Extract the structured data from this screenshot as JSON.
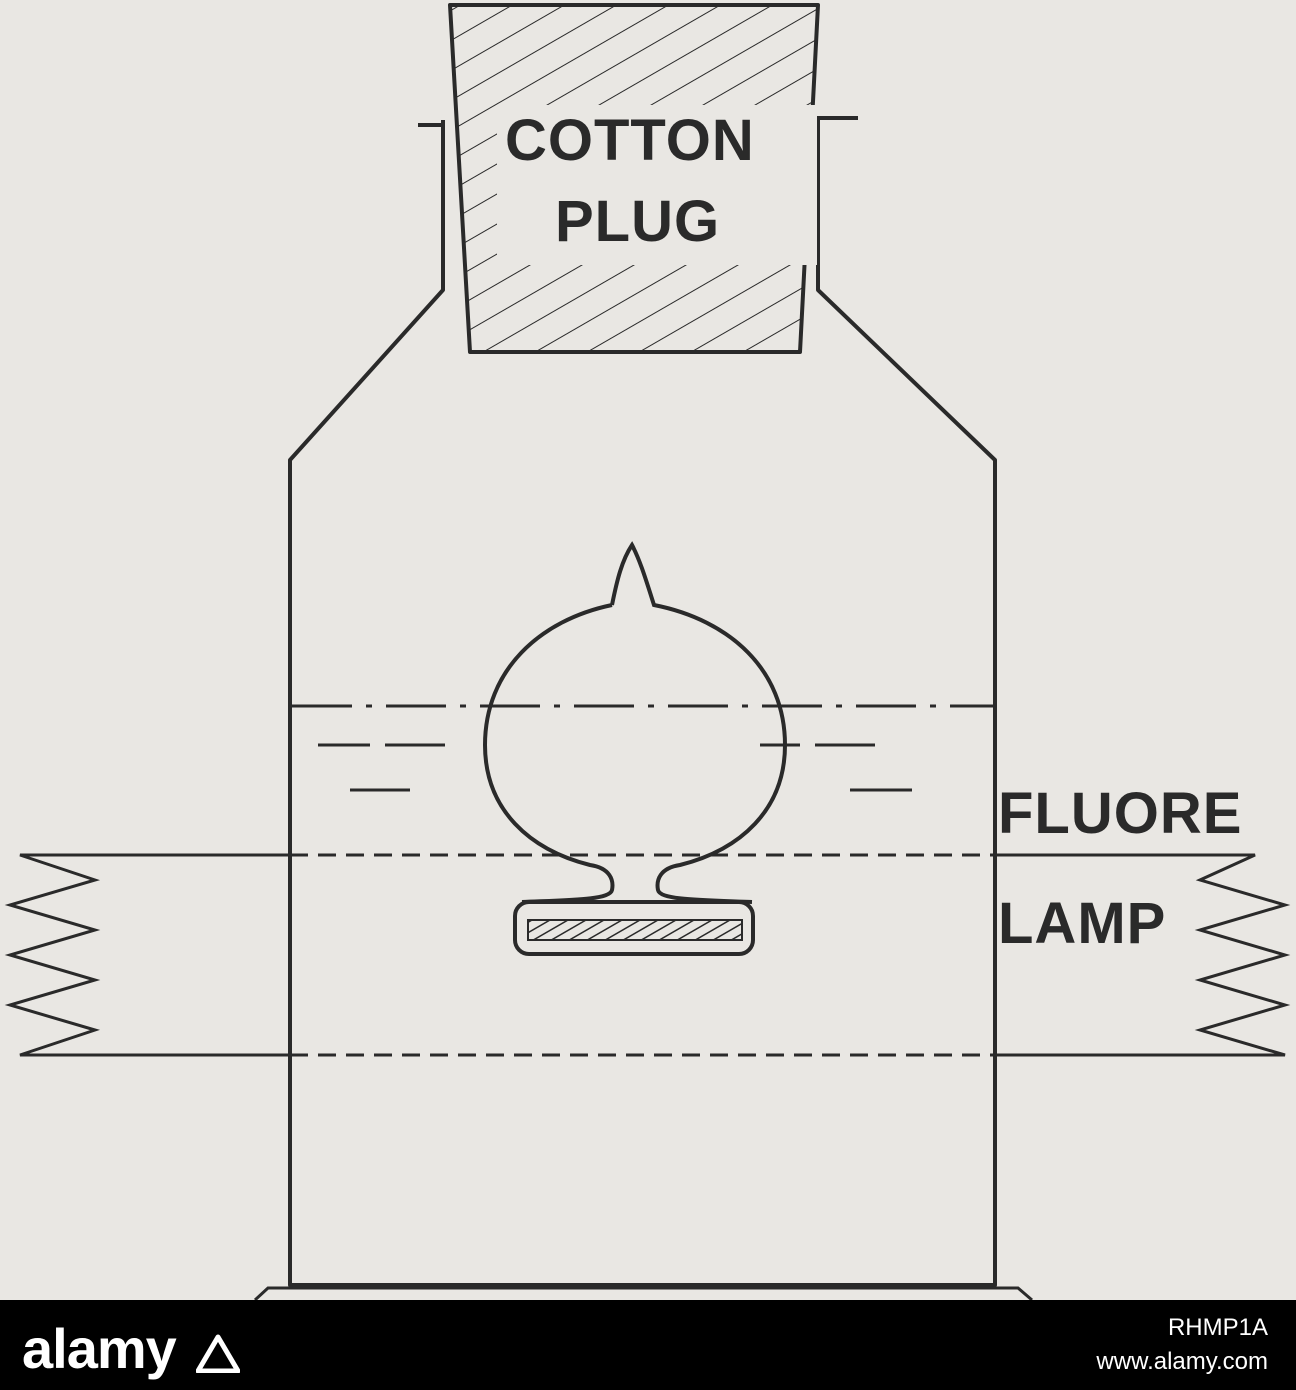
{
  "labels": {
    "cotton": "COTTON",
    "plug": "PLUG",
    "fluore": "FLUORE",
    "lamp": "LAMP"
  },
  "watermark": {
    "brand": "alamy",
    "image_id": "RHMP1A",
    "url": "www.alamy.com"
  },
  "colors": {
    "ink": "#2a2a2a",
    "paper": "#e9e7e3",
    "footer_bg": "#000000",
    "footer_text": "#ffffff"
  }
}
